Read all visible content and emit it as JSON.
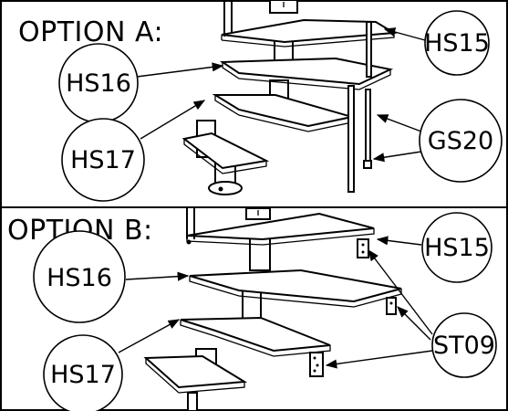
{
  "panels": [
    {
      "title": "OPTION A:",
      "callouts": {
        "top_right": "HS15",
        "left_upper": "HS16",
        "left_lower": "HS17",
        "right_lower": "GS20"
      }
    },
    {
      "title": "OPTION B:",
      "callouts": {
        "top_right": "HS15",
        "left_upper": "HS16",
        "left_lower": "HS17",
        "right_lower": "ST09"
      }
    }
  ]
}
